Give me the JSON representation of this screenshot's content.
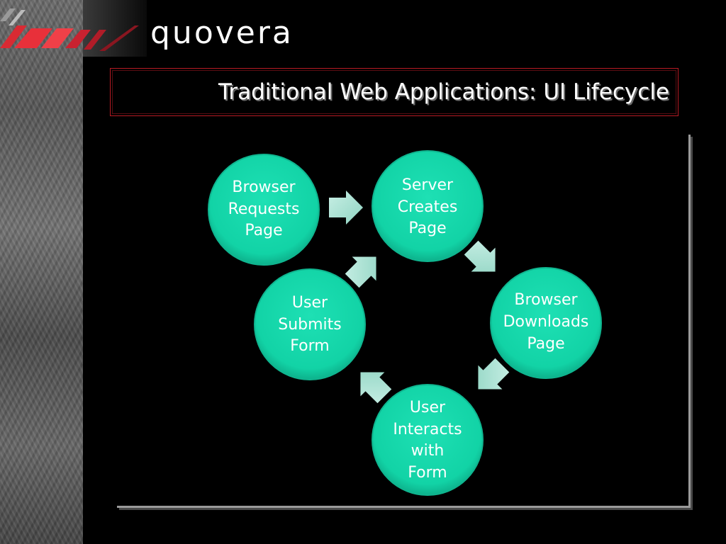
{
  "brand": {
    "logo_text": "quovera"
  },
  "slide": {
    "title": "Traditional Web Applications: UI Lifecycle"
  },
  "colors": {
    "background": "#000000",
    "node_fill": "#12d3a6",
    "node_rim": "#0fb58f",
    "arrow_fill": "#a8e0d2",
    "title_border": "#b81b24",
    "stripe_red": "#e8303a",
    "frame": "#9a9a9a"
  },
  "diagram": {
    "type": "cycle",
    "nodes": [
      {
        "id": "browser-requests-page",
        "lines": [
          "Browser",
          "Requests",
          "Page"
        ]
      },
      {
        "id": "server-creates-page",
        "lines": [
          "Server",
          "Creates",
          "Page"
        ]
      },
      {
        "id": "browser-downloads-page",
        "lines": [
          "Browser",
          "Downloads",
          "Page"
        ]
      },
      {
        "id": "user-interacts-with-form",
        "lines": [
          "User",
          "Interacts",
          "with",
          "Form"
        ]
      },
      {
        "id": "user-submits-form",
        "lines": [
          "User",
          "Submits",
          "Form"
        ]
      }
    ],
    "edges": [
      {
        "from": "browser-requests-page",
        "to": "server-creates-page"
      },
      {
        "from": "server-creates-page",
        "to": "browser-downloads-page"
      },
      {
        "from": "browser-downloads-page",
        "to": "user-interacts-with-form"
      },
      {
        "from": "user-interacts-with-form",
        "to": "user-submits-form"
      },
      {
        "from": "user-submits-form",
        "to": "server-creates-page"
      }
    ]
  }
}
